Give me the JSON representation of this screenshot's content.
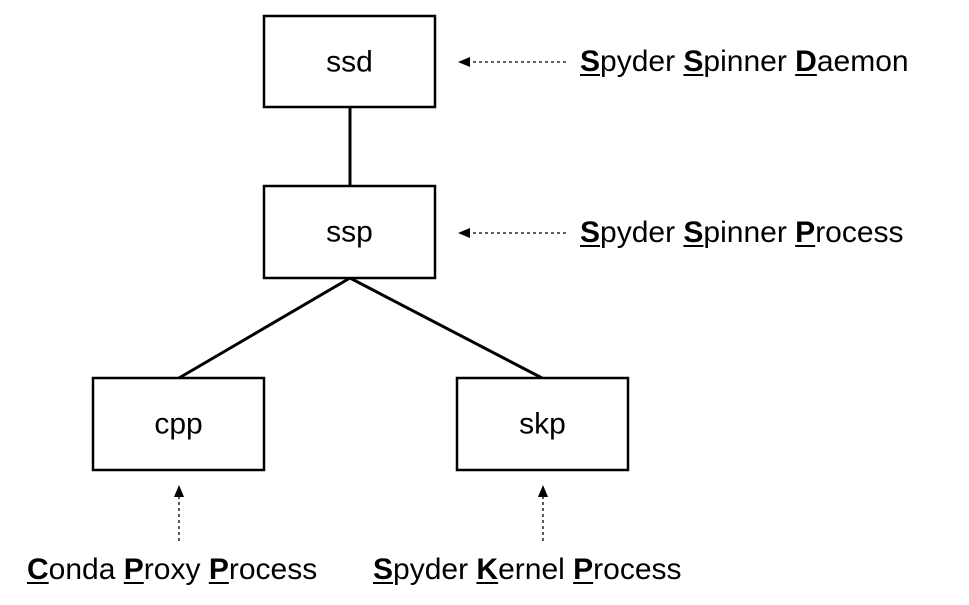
{
  "nodes": {
    "ssd": {
      "label": "ssd"
    },
    "ssp": {
      "label": "ssp"
    },
    "cpp": {
      "label": "cpp"
    },
    "skp": {
      "label": "skp"
    }
  },
  "edges": [
    {
      "from": "ssd",
      "to": "ssp"
    },
    {
      "from": "ssp",
      "to": "cpp"
    },
    {
      "from": "ssp",
      "to": "skp"
    }
  ],
  "annotations": {
    "ssd": {
      "text": "Spyder Spinner Daemon",
      "words": [
        {
          "initial": "S",
          "rest": "pyder"
        },
        {
          "initial": "S",
          "rest": "pinner"
        },
        {
          "initial": "D",
          "rest": "aemon"
        }
      ]
    },
    "ssp": {
      "text": "Spyder Spinner Process",
      "words": [
        {
          "initial": "S",
          "rest": "pyder"
        },
        {
          "initial": "S",
          "rest": "pinner"
        },
        {
          "initial": "P",
          "rest": "rocess"
        }
      ]
    },
    "cpp": {
      "text": "Conda Proxy Process",
      "words": [
        {
          "initial": "C",
          "rest": "onda"
        },
        {
          "initial": "P",
          "rest": "roxy"
        },
        {
          "initial": "P",
          "rest": "rocess"
        }
      ]
    },
    "skp": {
      "text": "Spyder Kernel Process",
      "words": [
        {
          "initial": "S",
          "rest": "pyder"
        },
        {
          "initial": "K",
          "rest": "ernel"
        },
        {
          "initial": "P",
          "rest": "rocess"
        }
      ]
    }
  }
}
